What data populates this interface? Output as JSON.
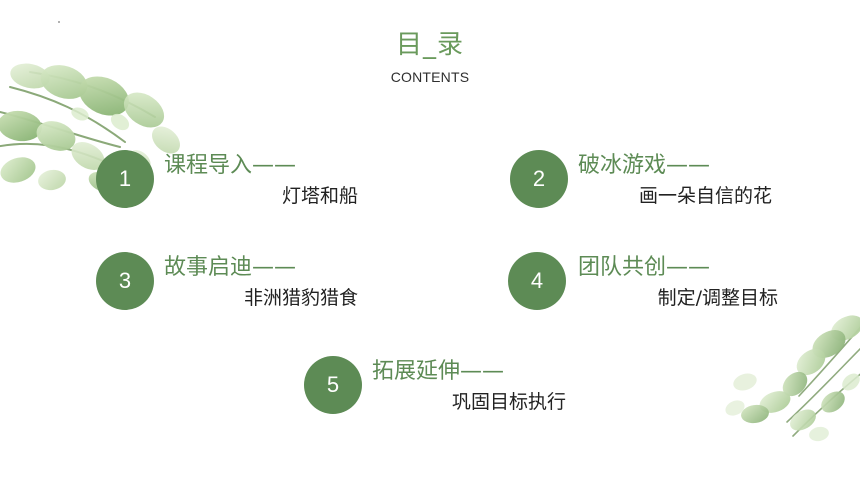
{
  "title": "目_录",
  "subtitle": "CONTENTS",
  "colors": {
    "accent": "#5d8b55",
    "title": "#6a9a5c",
    "text": "#222222"
  },
  "items": [
    {
      "number": "1",
      "title": "课程导入——",
      "subtitle": "灯塔和船"
    },
    {
      "number": "2",
      "title": "破冰游戏——",
      "subtitle": "画一朵自信的花"
    },
    {
      "number": "3",
      "title": "故事启迪——",
      "subtitle": "非洲猎豹猎食"
    },
    {
      "number": "4",
      "title": "团队共创——",
      "subtitle": "制定/调整目标"
    },
    {
      "number": "5",
      "title": "拓展延伸——",
      "subtitle": "巩固目标执行"
    }
  ]
}
